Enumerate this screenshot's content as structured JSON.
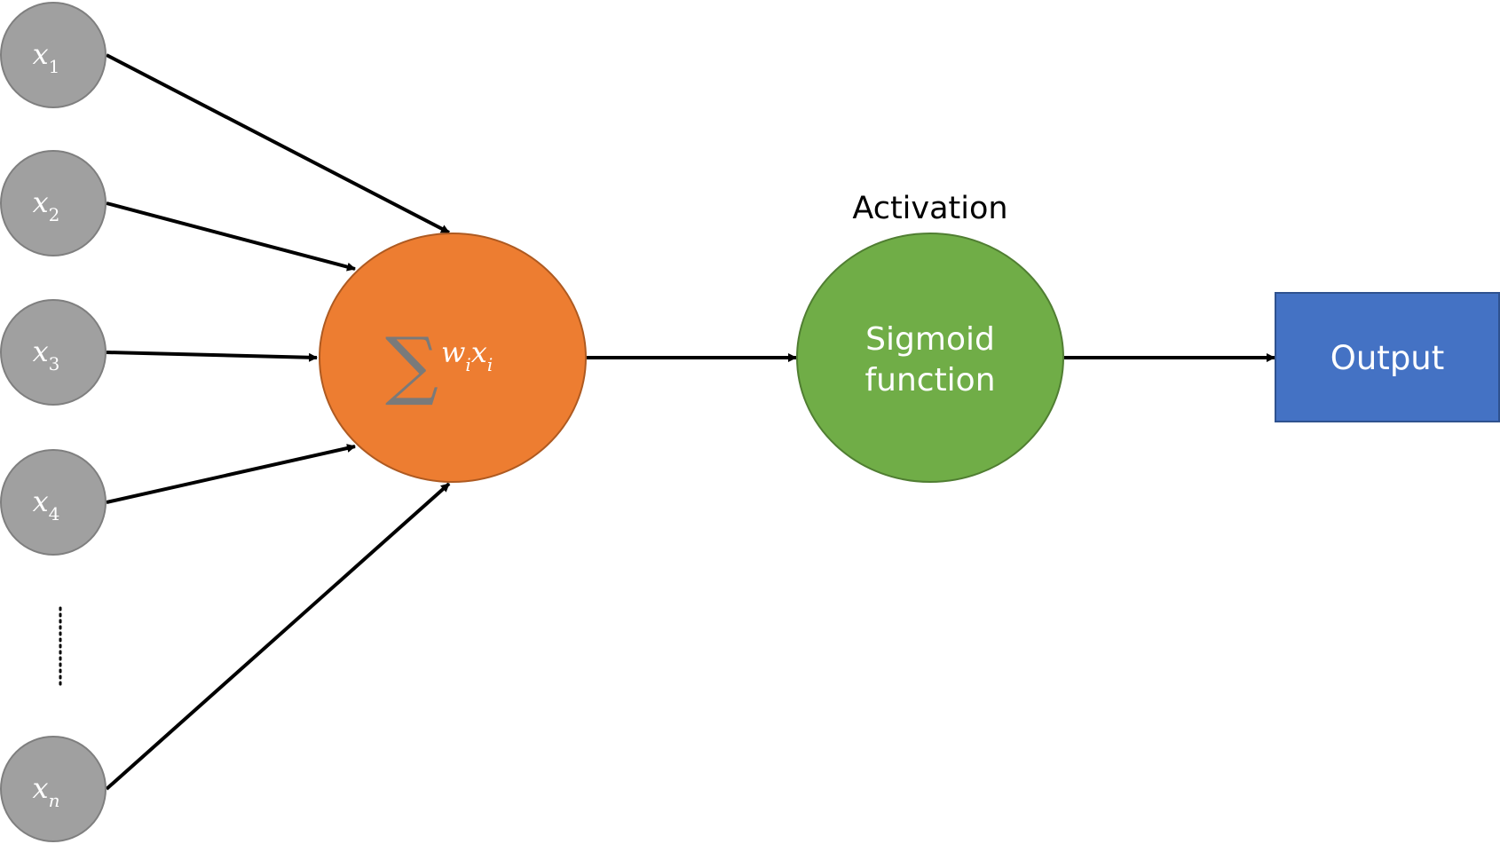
{
  "inputs": [
    {
      "var": "x",
      "sub": "1"
    },
    {
      "var": "x",
      "sub": "2"
    },
    {
      "var": "x",
      "sub": "3"
    },
    {
      "var": "x",
      "sub": "4"
    },
    {
      "var": "x",
      "sub": "n"
    }
  ],
  "summation": {
    "symbol": "∑",
    "w": "w",
    "w_sub": "i",
    "x": "x",
    "x_sub": "i"
  },
  "activation": {
    "title": "Activation",
    "line1": "Sigmoid",
    "line2": "function"
  },
  "output": {
    "label": "Output"
  },
  "colors": {
    "input_fill": "#a0a0a0",
    "input_stroke": "#7f7f7f",
    "sum_fill": "#ed7d31",
    "sum_stroke": "#ae5a21",
    "activation_fill": "#70ad47",
    "activation_stroke": "#507e32",
    "output_fill": "#4472c4",
    "output_stroke": "#2f528f",
    "arrow": "#000000"
  }
}
